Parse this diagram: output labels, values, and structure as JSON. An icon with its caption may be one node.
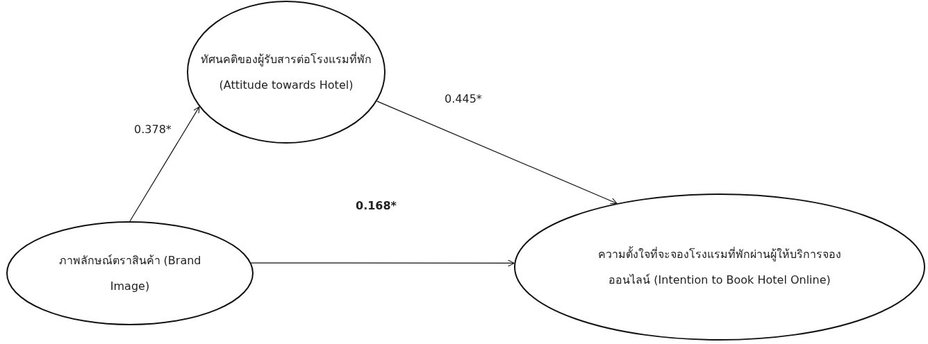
{
  "diagram": {
    "nodes": [
      {
        "text": [
          "ทัศนคติของผู้รับสารต่อโรงแรมที่พัก (Attitude towards Hotel)"
        ]
      },
      {
        "text": [
          "ภาพลักษณ์ตราสินค้า (Brand Image)"
        ]
      },
      {
        "text": [
          "ความตั้งใจที่จะจองโรงแรมที่พักผ่านผู้ให้บริการจองออนไลน์  (Intention to Book Hotel Online)"
        ]
      }
    ],
    "edges": [
      {
        "from": 1,
        "to": 0,
        "arrow": "to",
        "label": "0.378*"
      },
      {
        "from": 0,
        "to": 2,
        "arrow": "to",
        "label": "0.445*"
      },
      {
        "from": 1,
        "to": 2,
        "arrow": "to",
        "label": "0.168*"
      }
    ]
  }
}
